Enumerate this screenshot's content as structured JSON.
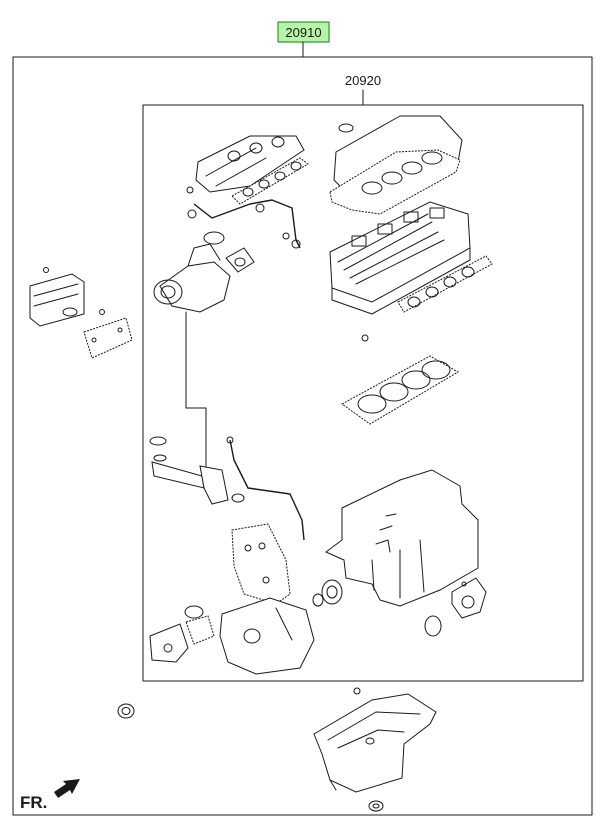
{
  "labels": {
    "outer_kit": "20910",
    "inner_kit": "20920",
    "front_marker": "FR."
  },
  "colors": {
    "highlight_fill": "#b6f5a8",
    "highlight_border": "#2c9a2c",
    "line": "#1a1a1a",
    "background": "#ffffff"
  },
  "icons": {
    "front_arrow": "arrow-down-left-icon"
  }
}
